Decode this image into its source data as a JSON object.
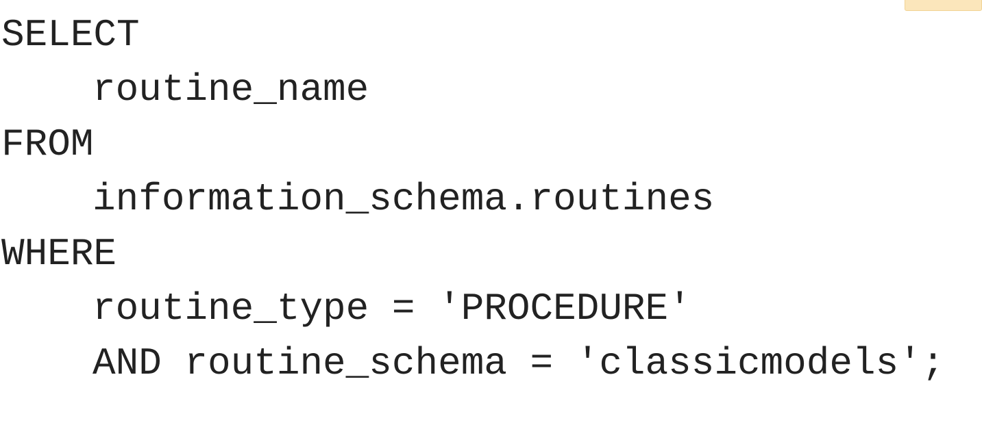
{
  "code": {
    "lines": [
      "SELECT",
      "routine_name",
      "FROM",
      "information_schema.routines",
      "WHERE",
      "routine_type = 'PROCEDURE'",
      "AND routine_schema = 'classicmodels';"
    ]
  },
  "badge": {
    "text": "",
    "color": "#fbe6bb"
  }
}
